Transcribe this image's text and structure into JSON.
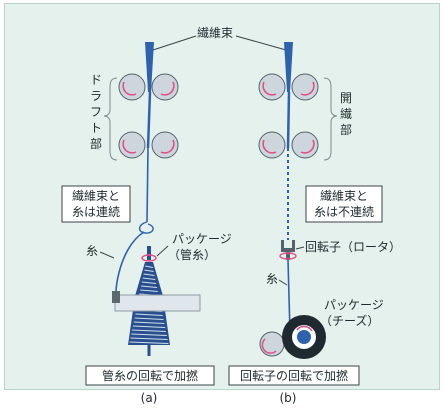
{
  "colors": {
    "background": "#e4f1ec",
    "roller_fill": "#ccd6dc",
    "roller_stroke": "#53626a",
    "fiber": "#2f62ad",
    "rotation_arrow": "#e24b86",
    "box_fill": "#ffffff",
    "box_stroke": "#3b4347",
    "package_dark": "#2a4f8f",
    "package_light": "#cfe0ee"
  },
  "labels": {
    "fiber_bundle": "繊維束",
    "draft_section": "ドラフト部",
    "opening_section": "開繊部",
    "continuous_box": [
      "繊維束と",
      "糸は連続"
    ],
    "discontinuous_box": [
      "繊維束と",
      "糸は不連続"
    ],
    "yarn_a": "糸",
    "yarn_b": "糸",
    "package_a": [
      "パッケージ",
      "（管糸）"
    ],
    "rotor": "回転子（ロータ）",
    "package_b": [
      "パッケージ",
      "（チーズ）"
    ],
    "caption_a": "管糸の回転で加撚",
    "caption_b": "回転子の回転で加撚",
    "sub_a": "(a)",
    "sub_b": "(b)"
  },
  "icons": {
    "roller": "roller-icon",
    "rotation_arrow": "rotation-arrow-icon",
    "bobbin": "bobbin-icon",
    "rotor": "rotor-icon",
    "cheese_package": "cheese-package-icon"
  }
}
